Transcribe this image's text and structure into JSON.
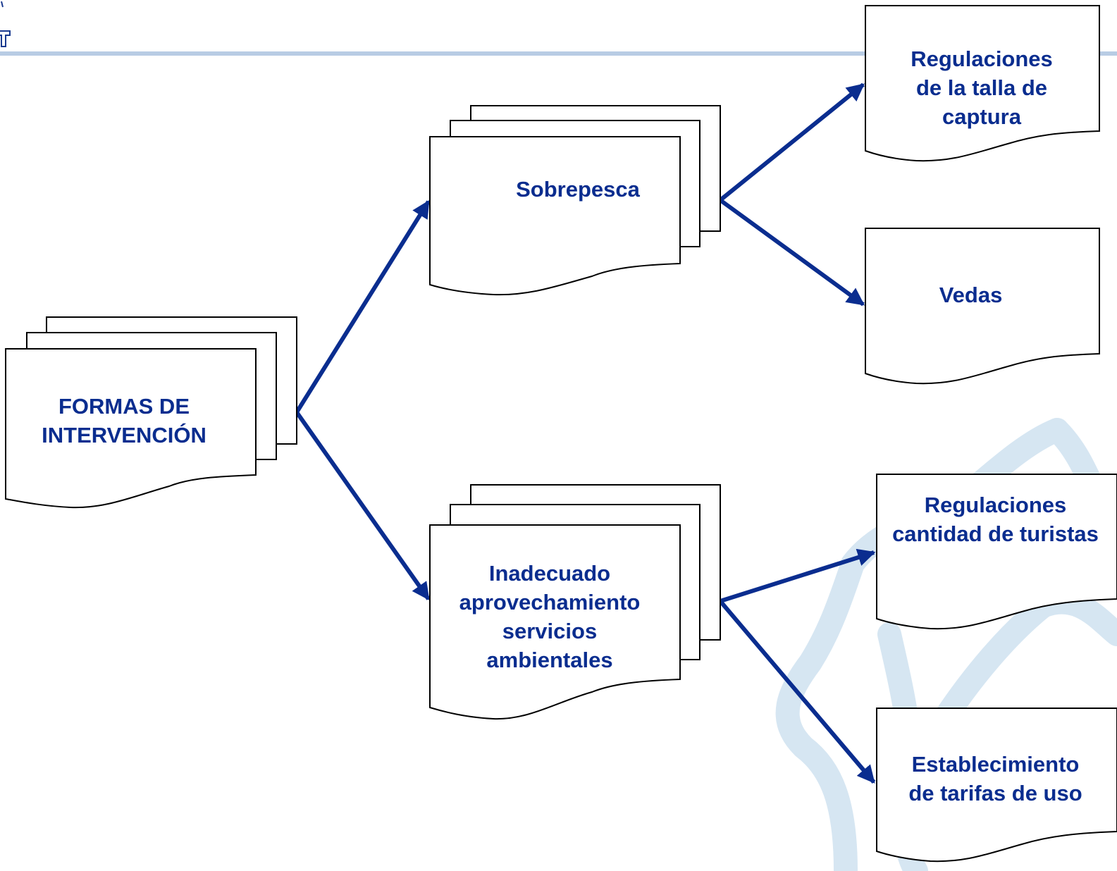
{
  "colors": {
    "text": "#0a2d8f",
    "arrow": "#0a2d8f",
    "box_stroke": "#000000",
    "box_fill": "#ffffff",
    "header_rule": "#b8cce4",
    "watermark": "#d6e6f2"
  },
  "nodes": {
    "root": {
      "label": "FORMAS DE\nINTERVENCIÓN"
    },
    "overfishing": {
      "label": "Sobrepesca"
    },
    "inadequate": {
      "label": "Inadecuado\naprovechamiento\nservicios\nambientales"
    },
    "catch_size": {
      "label": "Regulaciones\nde la talla de\ncaptura"
    },
    "closures": {
      "label": "Vedas"
    },
    "tourists": {
      "label": "Regulaciones\ncantidad de turistas"
    },
    "fees": {
      "label": "Establecimiento\nde tarifas de uso"
    }
  },
  "edges": [
    {
      "from": "root",
      "to": "overfishing"
    },
    {
      "from": "root",
      "to": "inadequate"
    },
    {
      "from": "overfishing",
      "to": "catch_size"
    },
    {
      "from": "overfishing",
      "to": "closures"
    },
    {
      "from": "inadequate",
      "to": "tourists"
    },
    {
      "from": "inadequate",
      "to": "fees"
    }
  ]
}
